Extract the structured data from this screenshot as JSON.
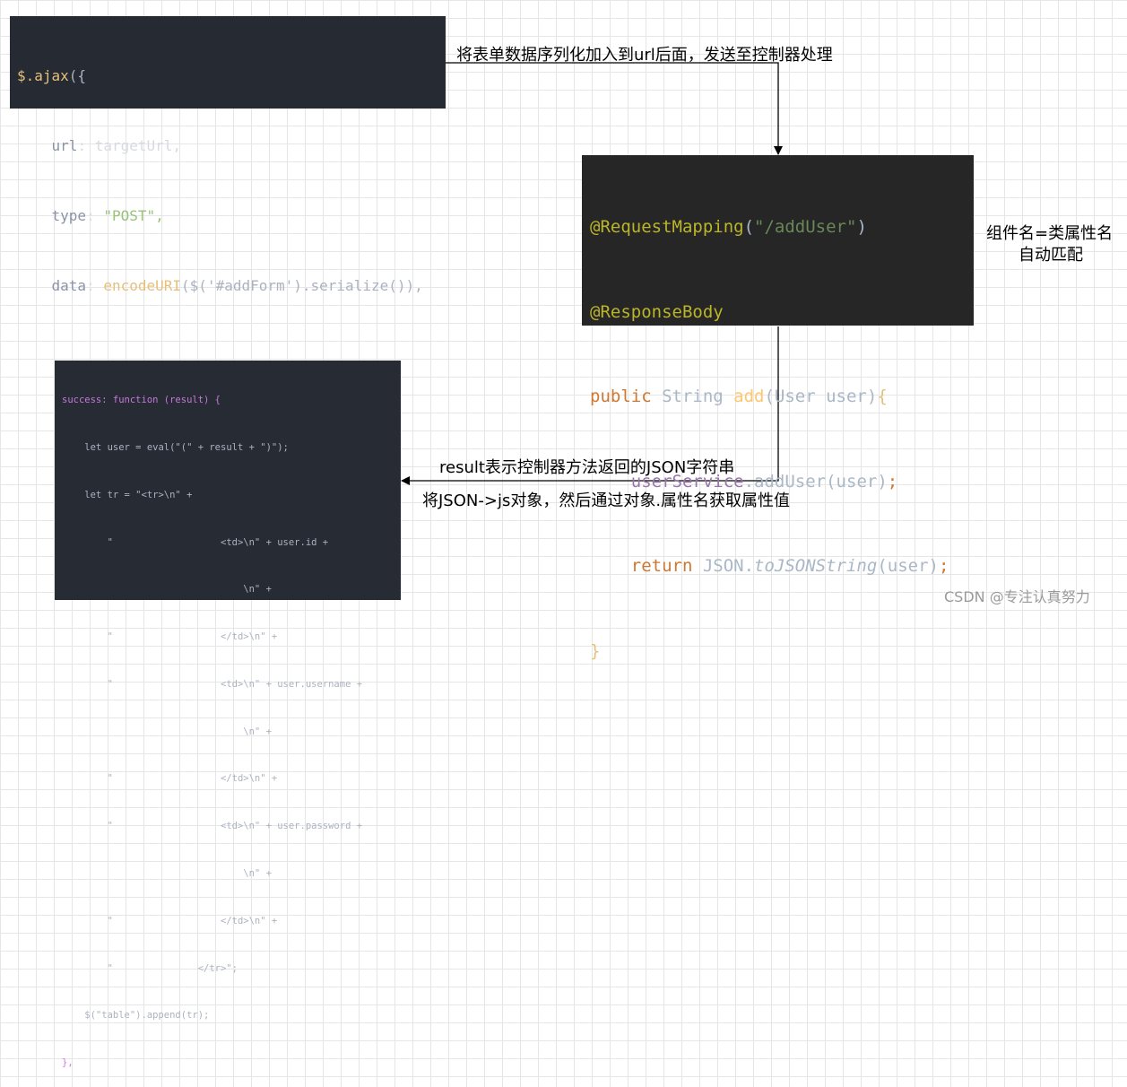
{
  "ajax_code": {
    "l1_a": "$.ajax",
    "l1_b": "({",
    "l2_key": "url",
    "l2_sep": ": ",
    "l2_val": "targetUrl,",
    "l3_key": "type",
    "l3_sep": ": ",
    "l3_val": "\"POST\",",
    "l4_key": "data",
    "l4_sep": ": ",
    "l4_fn": "encodeURI",
    "l4_rest": "($('#addForm').serialize()),"
  },
  "java_code": {
    "l1_ann": "@RequestMapping",
    "l1_p1": "(",
    "l1_str": "\"/addUser\"",
    "l1_p2": ")",
    "l2_ann": "@ResponseBody",
    "l3_kw": "public",
    "l3_type": " String ",
    "l3_fn": "add",
    "l3_args": "(User user)",
    "l3_brace": "{",
    "l4_var": "userService",
    "l4_rest": ".addUser(user)",
    "l4_semi": ";",
    "l5_kw": "return",
    "l5_cls": " JSON.",
    "l5_fn": "toJSONString",
    "l5_rest": "(user)",
    "l5_semi": ";",
    "l6": "}"
  },
  "success_code": {
    "lines": [
      "success: function (result) {",
      "    let user = eval(\"(\" + result + \")\");",
      "    let tr = \"<tr>\\n\" +",
      "        \"                   <td>\\n\" + user.id +",
      "                                \\n\" +",
      "        \"                   </td>\\n\" +",
      "        \"                   <td>\\n\" + user.username +",
      "                                \\n\" +",
      "        \"                   </td>\\n\" +",
      "        \"                   <td>\\n\" + user.password +",
      "                                \\n\" +",
      "        \"                   </td>\\n\" +",
      "        \"               </tr>\";",
      "    $(\"table\").append(tr);",
      "},"
    ]
  },
  "annotations": {
    "serialize_note": "将表单数据序列化加入到url后面，发送至控制器处理",
    "mapping_note_1": "组件名=类属性名",
    "mapping_note_2": "自动匹配",
    "result_note_1": "result表示控制器方法返回的JSON字符串",
    "result_note_2": "将JSON->js对象，然后通过对象.属性名获取属性值"
  },
  "watermark": "CSDN @专注认真努力"
}
